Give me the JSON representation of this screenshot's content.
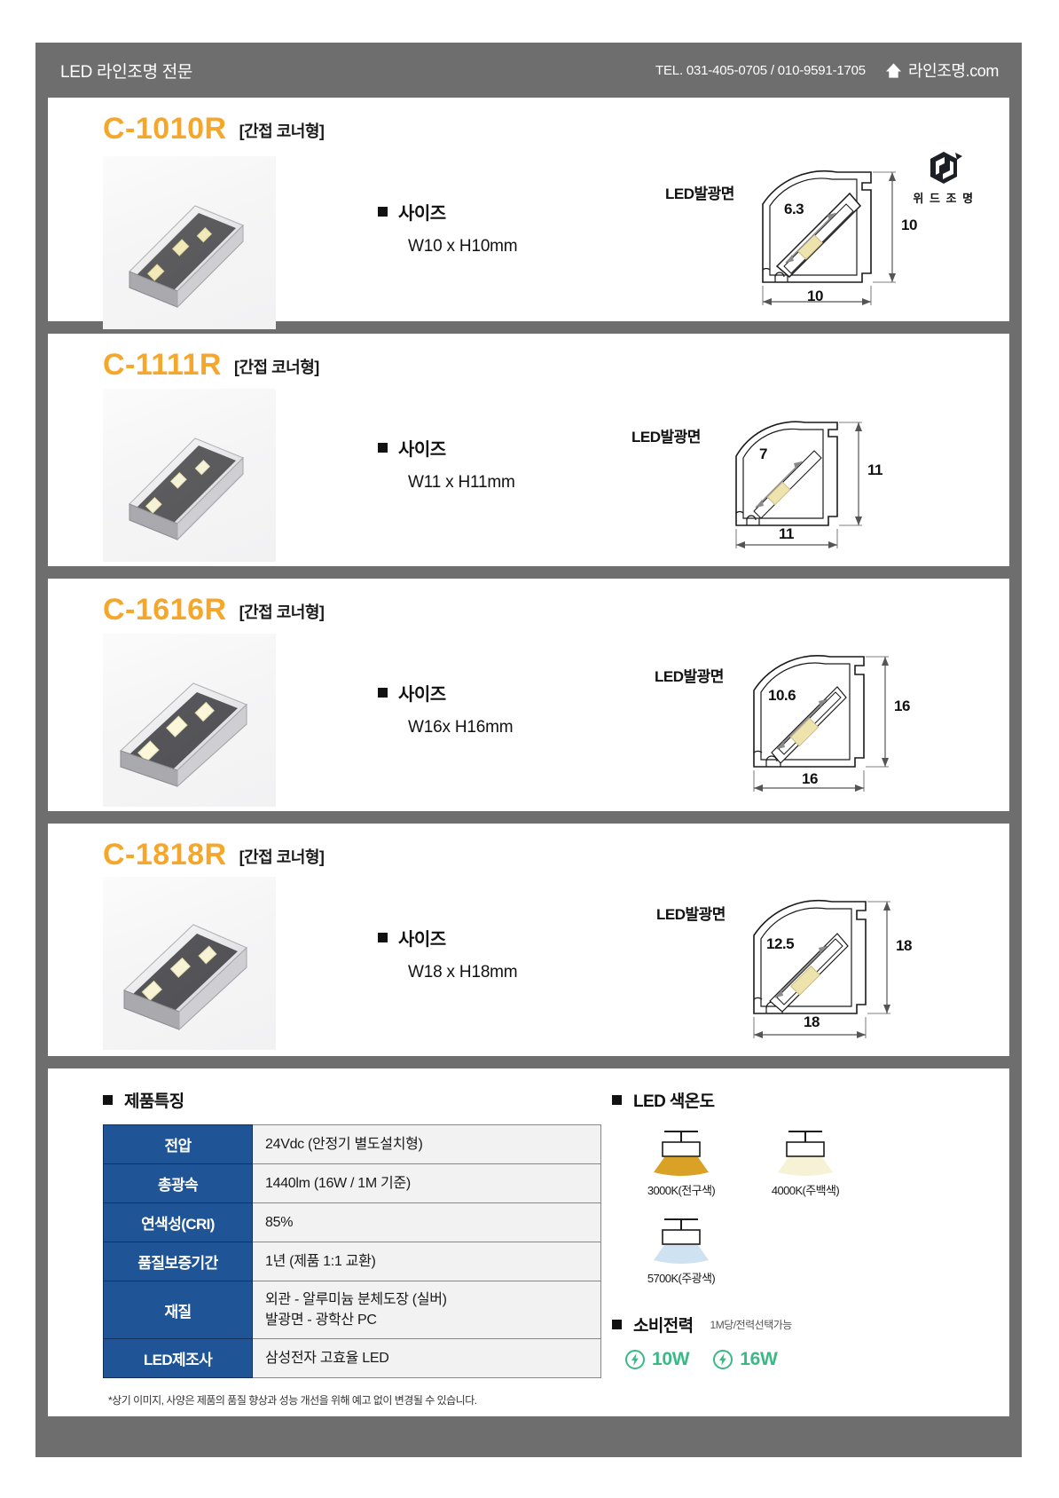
{
  "header": {
    "title": "LED 라인조명 전문",
    "tel": "TEL. 031-405-0705 / 010-9591-1705",
    "site": "라인조명.com",
    "home_icon": "home-icon"
  },
  "brand": {
    "text": "위 드 조 명",
    "mark": "cube-logo-icon"
  },
  "labels": {
    "size_head": "사이즈",
    "led_face": "LED발광면",
    "features_head": "제품특징",
    "cct_head": "LED 색온도",
    "power_head": "소비전력",
    "power_sub": "1M당/전력선택가능"
  },
  "products": [
    {
      "model": "C-1010R",
      "type": "[간접 코너형]",
      "size": "W10 x H10mm",
      "diagram": {
        "led_face": "LED발광면",
        "diag_dim": "6.3",
        "width_dim": "10",
        "height_dim": "10"
      }
    },
    {
      "model": "C-1111R",
      "type": "[간접 코너형]",
      "size": "W11 x H11mm",
      "diagram": {
        "led_face": "LED발광면",
        "diag_dim": "7",
        "width_dim": "11",
        "height_dim": "11"
      }
    },
    {
      "model": "C-1616R",
      "type": "[간접 코너형]",
      "size": "W16x H16mm",
      "diagram": {
        "led_face": "LED발광면",
        "diag_dim": "10.6",
        "width_dim": "16",
        "height_dim": "16"
      }
    },
    {
      "model": "C-1818R",
      "type": "[간접 코너형]",
      "size": "W18 x H18mm",
      "diagram": {
        "led_face": "LED발광면",
        "diag_dim": "12.5",
        "width_dim": "18",
        "height_dim": "18"
      }
    }
  ],
  "spec_table": {
    "rows": [
      {
        "label": "전압",
        "value": "24Vdc (안정기 별도설치형)"
      },
      {
        "label": "총광속",
        "value": "1440lm (16W / 1M 기준)"
      },
      {
        "label": "연색성(CRI)",
        "value": "85%"
      },
      {
        "label": "품질보증기간",
        "value": "1년 (제품 1:1 교환)"
      },
      {
        "label": "재질",
        "value": "외관 - 알루미늄 분체도장 (실버)\n발광면 - 광학산 PC"
      },
      {
        "label": "LED제조사",
        "value": "삼성전자 고효율 LED"
      }
    ]
  },
  "footnote": "*상기 이미지, 사양은 제품의 품질 향상과 성능 개선을 위해 예고 없이 변경될 수 있습니다.",
  "cct": [
    {
      "label": "3000K(전구색)",
      "color": "#D9A227"
    },
    {
      "label": "4000K(주백색)",
      "color": "#F7F2D6"
    },
    {
      "label": "5700K(주광색)",
      "color": "#CFE2F2"
    }
  ],
  "power": {
    "options": [
      "10W",
      "16W"
    ],
    "accent": "#3BB984",
    "icon": "bolt-circle-icon"
  },
  "colors": {
    "frame": "#6e6e6e",
    "model_accent": "#F5A72B",
    "table_header": "#1F5496"
  }
}
